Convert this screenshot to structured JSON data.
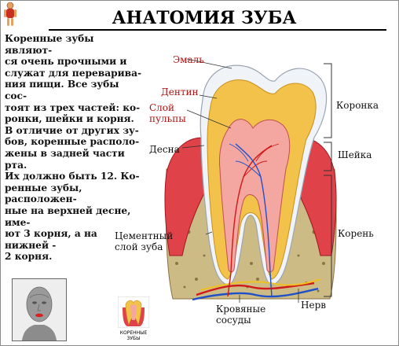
{
  "title": "АНАТОМИЯ ЗУБА",
  "body_text": "Коренные зубы являют-\nся очень прочными и\nслужат для переварива-\nния пищи. Все зубы сос-\nтоят из трех частей: ко-\nронки, шейки и корня.\nВ отличие от других зу-\nбов, коренные располо-\nжены в задней части рта.\nИх должно быть 12. Ко-\nренные зубы, расположен-\nные на верхней десне, име-\nют 3 корня, а на нижней -\n2 корня.",
  "labels": {
    "enamel": "Эмаль",
    "dentin": "Дентин",
    "pulp": "Слой\nпульпы",
    "gum": "Десна",
    "cement": "Цементный\nслой зуба",
    "vessels": "Кровяные\nсосуды",
    "nerve": "Нерв",
    "crown": "Коронка",
    "neck": "Шейка",
    "root": "Корень"
  },
  "thumbnail_caption": "КОРЕННЫЕ\nЗУБЫ",
  "icons": [
    "anatomy-figure-icon",
    "head-model-icon",
    "molar-thumbnail-icon"
  ],
  "colors": {
    "label_red": "#b01010",
    "enamel": "#f0f4f8",
    "dentin": "#f2c24a",
    "pulp": "#f4a6a0",
    "gum": "#e0424a",
    "bone": "#cdbb86",
    "artery": "#d01818",
    "vein": "#2050c8"
  }
}
